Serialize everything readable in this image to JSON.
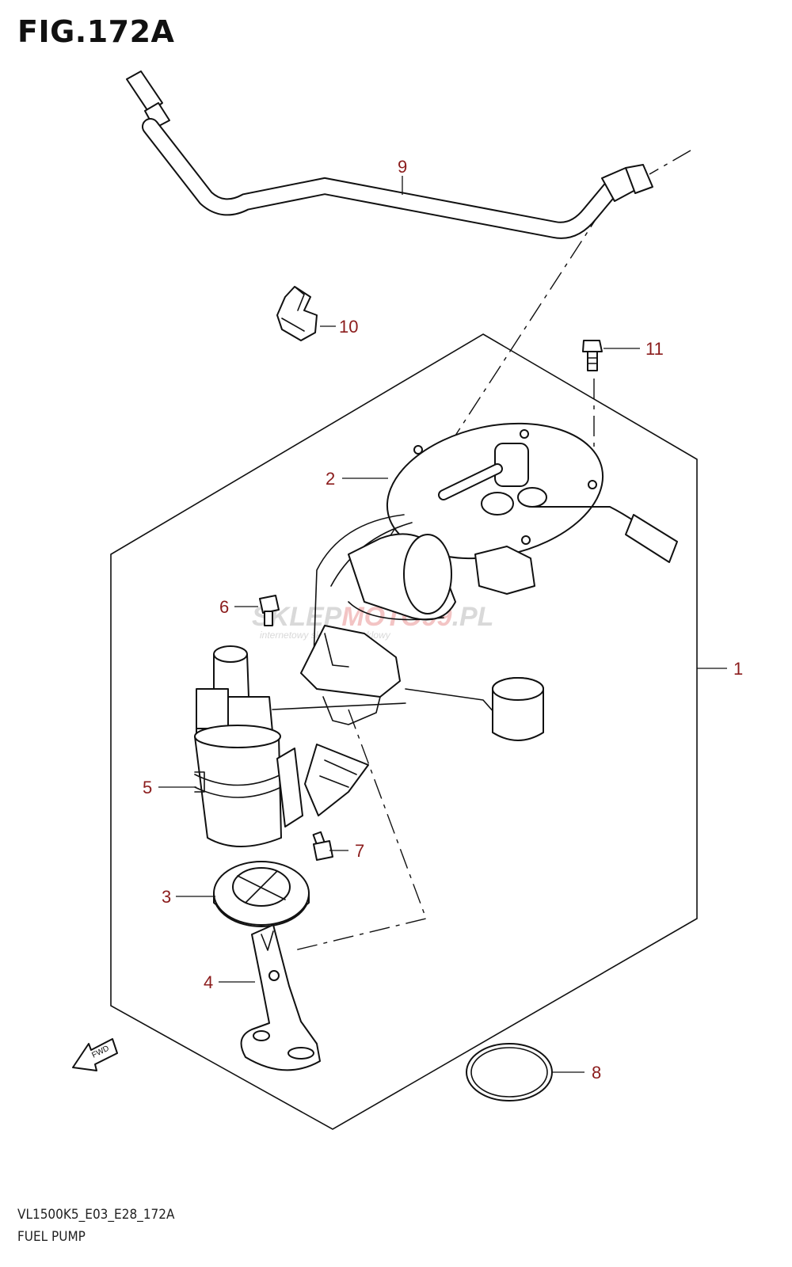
{
  "figure": {
    "title": "FIG.172A",
    "model_code": "VL1500K5_E03_E28_172A",
    "name": "FUEL PUMP"
  },
  "callouts": [
    "1",
    "2",
    "3",
    "4",
    "5",
    "6",
    "7",
    "8",
    "9",
    "10",
    "11"
  ],
  "watermark": {
    "part1": "SKLEP",
    "part2": "MOTO",
    "part3": "99",
    "part4": ".PL",
    "subtitle": "internetowy sklep motocyklowy"
  },
  "fwd_label": "FWD"
}
